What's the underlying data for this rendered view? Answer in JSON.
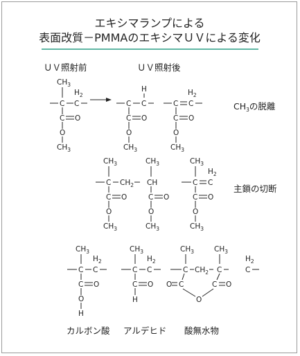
{
  "title": {
    "line1": "エキシマランプによる",
    "line2": "表面改質－PMMAのエキシマＵＶによる変化",
    "rule_color": "#2a9d86"
  },
  "headers": {
    "before": "ＵＶ照射前",
    "after": "ＵＶ照射後"
  },
  "reactions": {
    "ch3_removal": "CH3の脱離",
    "main_chain_cleavage": "主鎖の切断"
  },
  "products": {
    "carboxylic_acid": "カルボン酸",
    "aldehyde": "アルデヒド",
    "acid_anhydride": "酸無水物"
  },
  "atoms": {
    "CH3": "CH3",
    "CH2": "CH2",
    "CH": "CH",
    "C": "C",
    "O": "O",
    "H": "H",
    "H2": "H2"
  }
}
